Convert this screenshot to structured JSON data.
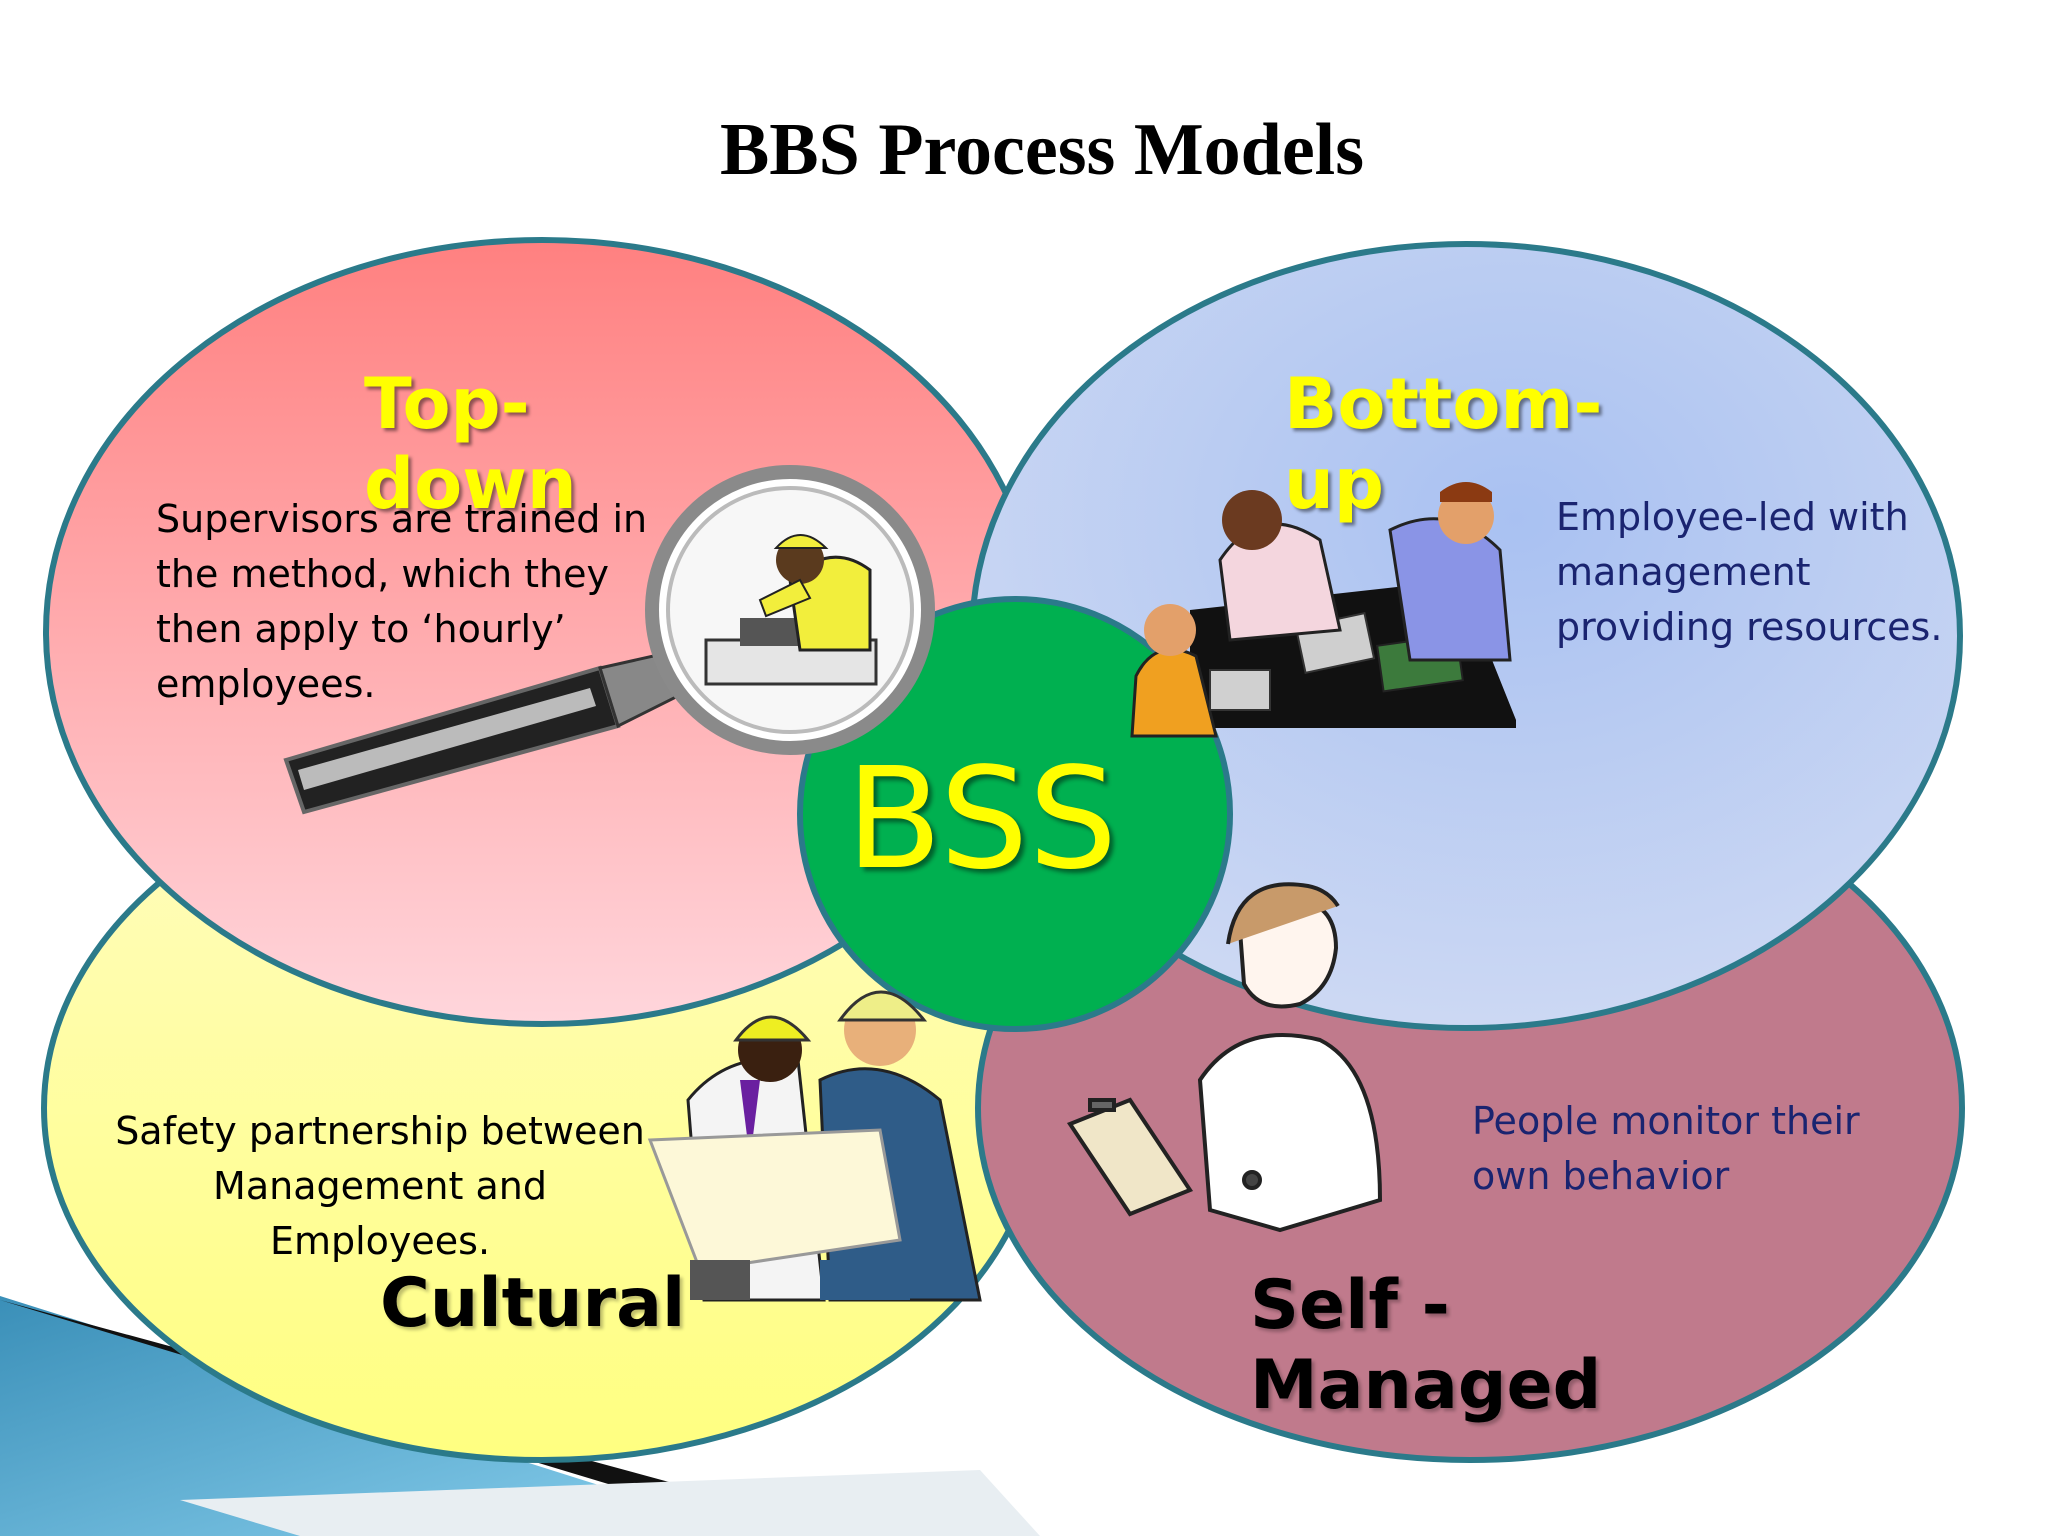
{
  "title": "BBS Process Models",
  "center": {
    "label": "BSS",
    "color": "#00b050"
  },
  "models": {
    "top_down": {
      "heading_line1": "Top-",
      "heading_line2": "down",
      "desc_line1": "Supervisors are trained in",
      "desc_line2": "the method, which they",
      "desc_line3": "then apply to ‘hourly’",
      "desc_line4": "employees.",
      "color": "#ff8a8a"
    },
    "bottom_up": {
      "heading_line1": "Bottom-",
      "heading_line2": "up",
      "desc_line1": "Employee-led with",
      "desc_line2": "management",
      "desc_line3": "providing resources.",
      "color": "#a8bff0"
    },
    "cultural": {
      "heading": "Cultural",
      "desc_line1": "Safety partnership between",
      "desc_line2": "Management and Employees.",
      "color": "#ffff99"
    },
    "self_managed": {
      "heading_line1": "Self -",
      "heading_line2": "Managed",
      "desc_line1": "People monitor their",
      "desc_line2": "own behavior",
      "color": "#c07a8c"
    }
  },
  "icons": [
    "magnifier-worker-icon",
    "meeting-group-icon",
    "construction-workers-icon",
    "nurse-clipboard-icon"
  ]
}
